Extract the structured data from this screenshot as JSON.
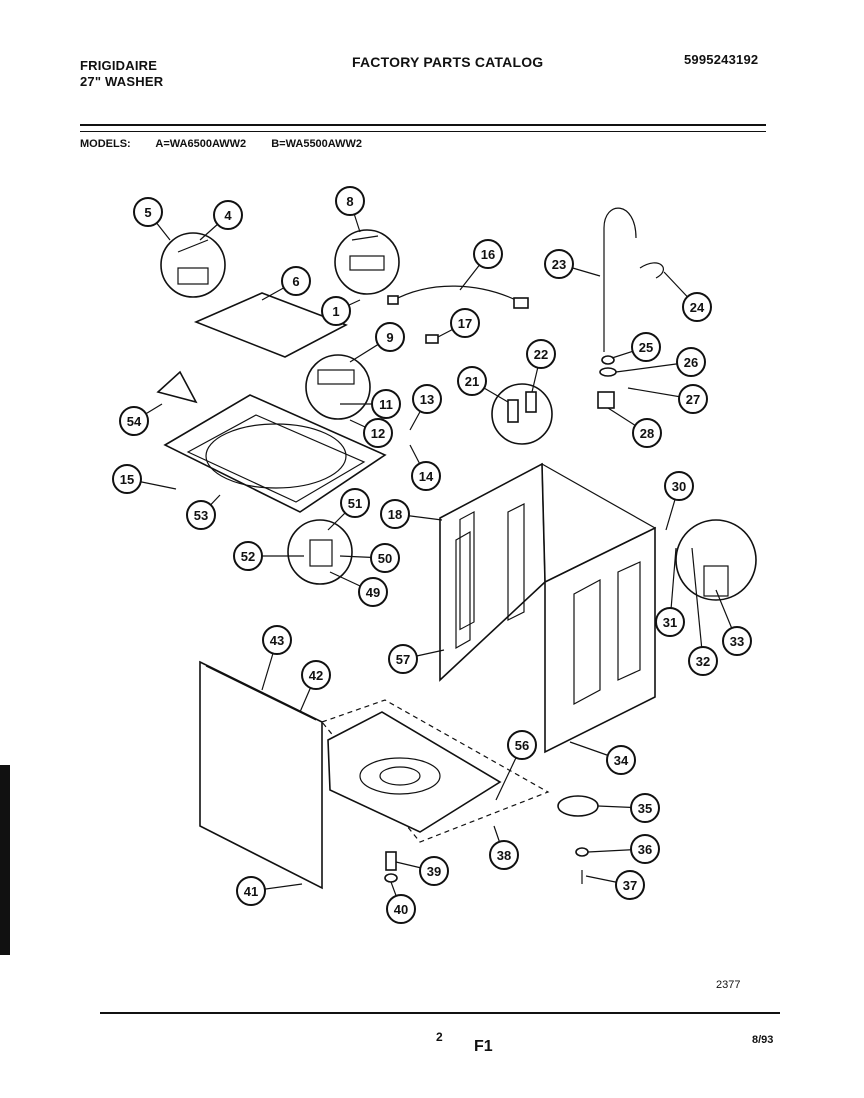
{
  "header": {
    "brand": "FRIGIDAIRE",
    "product": "27\" WASHER",
    "title": "FACTORY PARTS CATALOG",
    "catalog_number": "5995243192"
  },
  "models": {
    "label": "MODELS:",
    "model_a": "A=WA6500AWW2",
    "model_b": "B=WA5500AWW2"
  },
  "callouts": [
    "1",
    "4",
    "5",
    "6",
    "8",
    "9",
    "11",
    "12",
    "13",
    "14",
    "15",
    "16",
    "17",
    "18",
    "21",
    "22",
    "23",
    "24",
    "25",
    "26",
    "27",
    "28",
    "30",
    "31",
    "32",
    "33",
    "34",
    "35",
    "36",
    "37",
    "38",
    "39",
    "40",
    "41",
    "42",
    "43",
    "49",
    "50",
    "51",
    "52",
    "53",
    "54",
    "56",
    "57"
  ],
  "footer": {
    "diagram_code": "2377",
    "page_number": "2",
    "figure": "F1",
    "date": "8/93"
  }
}
